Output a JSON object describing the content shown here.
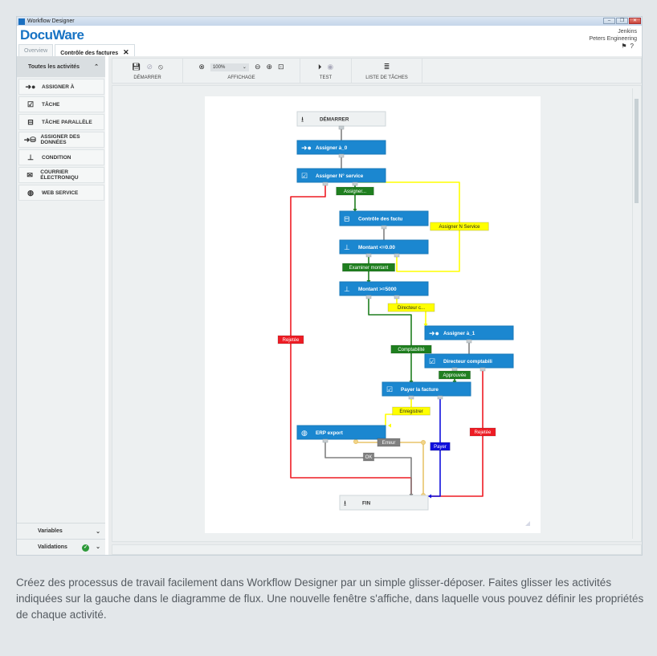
{
  "window": {
    "title": "Workflow Designer",
    "logo": "DocuWare",
    "controls": [
      "minimize",
      "restore",
      "close"
    ]
  },
  "user": {
    "name": "Jenkins",
    "org": "Peters Engineering",
    "icons": [
      "megaphone-icon",
      "help-icon"
    ]
  },
  "tabs": [
    {
      "label": "Overview",
      "active": false
    },
    {
      "label": "Contrôle des factures",
      "active": true,
      "closable": true
    }
  ],
  "sidebar": {
    "header": "Toutes les activités",
    "items": [
      {
        "label": "ASSIGNER À",
        "icon": "assign-user-icon"
      },
      {
        "label": "TÂCHE",
        "icon": "task-icon"
      },
      {
        "label": "TÂCHE PARALLÈLE",
        "icon": "parallel-task-icon"
      },
      {
        "label": "ASSIGNER DES DONNÉES",
        "icon": "assign-data-icon"
      },
      {
        "label": "CONDITION",
        "icon": "condition-icon"
      },
      {
        "label": "COURRIER ÉLECTRONIQU",
        "icon": "email-icon"
      },
      {
        "label": "WEB SERVICE",
        "icon": "web-service-icon"
      }
    ],
    "bottom": [
      {
        "label": "Variables"
      },
      {
        "label": "Validations",
        "status": "ok"
      }
    ]
  },
  "toolbar": {
    "groups": [
      {
        "label": "DÉMARRER",
        "icons": [
          "save-icon",
          "check-icon",
          "cancel-icon"
        ]
      },
      {
        "label": "AFFICHAGE",
        "icons": [
          "hide-icon",
          "zoom-out-icon",
          "zoom-in-icon",
          "fit-icon"
        ],
        "zoom": "100%"
      },
      {
        "label": "TEST",
        "icons": [
          "play-icon",
          "stop-icon"
        ]
      },
      {
        "label": "LISTE DE TÂCHES",
        "icons": [
          "task-list-icon"
        ]
      }
    ]
  },
  "diagram": {
    "nodes": {
      "start": "DÉMARRER",
      "assign0": "Assigner à_0",
      "assignN": "Assigner N° service",
      "controle": "Contrôle des factu",
      "montant1": "Montant <=0.00",
      "montant2": "Montant >=5000",
      "assign1": "Assigner à_1",
      "directeur": "Directeur comptabili",
      "payer": "Payer la facture",
      "erp": "ERP export",
      "fin": "FIN"
    },
    "labels": {
      "assigner": "Assigner...",
      "assignerN": "Assigner N Service",
      "examiner": "Examiner montant",
      "directeurC": "Directeur c...",
      "comptabilite": "Comptabilité",
      "approuvee": "Approuvée",
      "rejetee1": "Rejetée",
      "rejetee2": "Rejetée",
      "enregistrer": "Enregistrer",
      "payer": "Payer",
      "erreur": "Erreur",
      "ok": "OK"
    },
    "colors": {
      "node": "#1b87d0",
      "green": "#1f7f1f",
      "yellow": "#ffff00",
      "red": "#ee1c24",
      "blue": "#1010dd",
      "gray": "#808080",
      "tan": "#e8c46a"
    }
  },
  "caption": "Créez des processus de travail facilement dans Workflow Designer par un simple glisser-déposer. Faites glisser les activités indiquées sur la gauche dans le diagramme de flux. Une nouvelle fenêtre s'affiche, dans laquelle vous pouvez définir les propriétés de chaque activité."
}
